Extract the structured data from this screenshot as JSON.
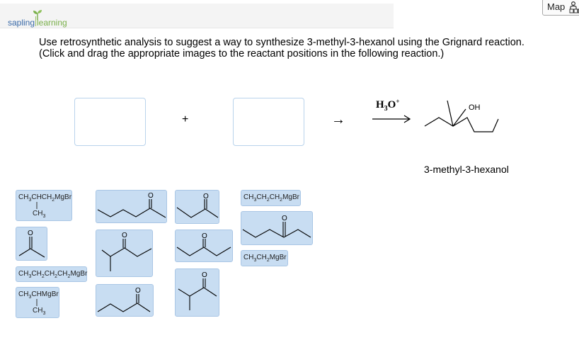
{
  "header": {
    "logo_word1": "sapling",
    "logo_word2": "learning",
    "map_label": "Map",
    "icons": [
      "sprout-icon",
      "person-grid-icon"
    ]
  },
  "question": {
    "line1": "Use retrosynthetic analysis to suggest a way to synthesize 3-methyl-3-hexanol using the Grignard reaction.",
    "line2": "(Click and drag the appropriate images to the reactant positions in the following reaction.)"
  },
  "reaction": {
    "plus": "+",
    "arrow": "→",
    "reagent": {
      "main": "H",
      "sub": "3",
      "after": "O",
      "sup": "+"
    },
    "product_oh": "OH",
    "product_name": "3-methyl-3-hexanol"
  },
  "tiles": {
    "t1": {
      "main_pre": "CH",
      "sub1": "3",
      "mid": "CHCH",
      "sub2": "2",
      "post": "MgBr",
      "branch": "CH",
      "branch_sub": "3"
    },
    "t2": {
      "o": "O"
    },
    "t3": {
      "main_pre": "CH",
      "sub1": "3",
      "mid1": "CH",
      "sub2": "2",
      "mid2": "CH",
      "sub3": "2",
      "mid3": "CH",
      "sub4": "2",
      "post": "MgBr"
    },
    "t4": {
      "main_pre": "CH",
      "sub1": "3",
      "mid": "CHMgBr",
      "branch": "CH",
      "branch_sub": "3"
    },
    "t5": {
      "o": "O"
    },
    "t6": {
      "o": "O"
    },
    "t7": {
      "o": "O"
    },
    "t8": {
      "o": "O"
    },
    "t9": {
      "o": "O"
    },
    "t10": {
      "o": "O"
    },
    "t11": {
      "main_pre": "CH",
      "sub1": "3",
      "mid1": "CH",
      "sub2": "2",
      "mid2": "CH",
      "sub3": "2",
      "post": "MgBr"
    },
    "t12": {
      "o": "O"
    },
    "t13": {
      "main_pre": "CH",
      "sub1": "3",
      "mid1": "CH",
      "sub2": "2",
      "post": "MgBr"
    }
  },
  "colors": {
    "tile_bg": "#c8ddf2",
    "tile_border": "#a9c6e5",
    "slot_border": "#b9d3ec",
    "logo_blue": "#3a6aa8",
    "logo_green": "#7ab04b"
  }
}
